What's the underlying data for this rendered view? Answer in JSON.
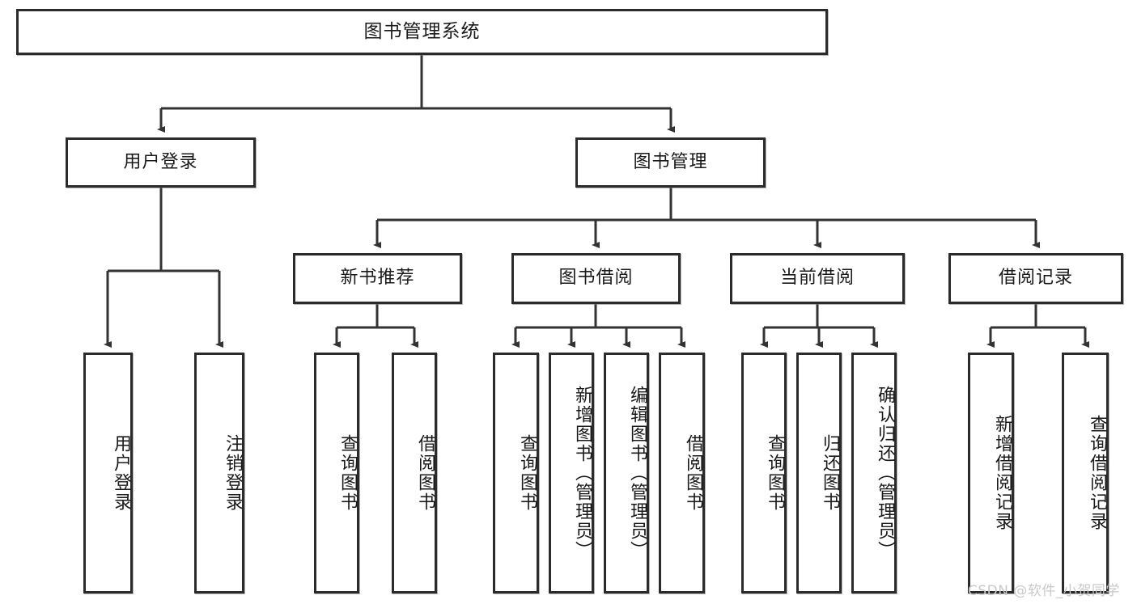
{
  "diagram": {
    "title": "图书管理系统",
    "watermark": "CSDN @软件_小贺同学",
    "colors": {
      "box_border": "#2b2b2b",
      "box_fill": "#ffffff",
      "link": "#333333",
      "text": "#1a1a1a",
      "watermark": "#c9c9c9"
    },
    "levels": {
      "root": "图书管理系统",
      "level2": [
        "用户登录",
        "图书管理"
      ],
      "level3": [
        "新书推荐",
        "图书借阅",
        "当前借阅",
        "借阅记录"
      ]
    },
    "nodes": {
      "root": {
        "label": "图书管理系统"
      },
      "user_login": {
        "label": "用户登录"
      },
      "book_manage": {
        "label": "图书管理"
      },
      "new_book_rec": {
        "label": "新书推荐"
      },
      "book_borrow": {
        "label": "图书借阅"
      },
      "current_borrow": {
        "label": "当前借阅"
      },
      "borrow_record": {
        "label": "借阅记录"
      },
      "leaf_user_login": {
        "label": "用户登录"
      },
      "leaf_logout": {
        "label": "注销登录"
      },
      "leaf_query_book_1": {
        "label": "查询图书"
      },
      "leaf_borrow_book_1": {
        "label": "借阅图书"
      },
      "leaf_query_book_2": {
        "label": "查询图书"
      },
      "leaf_add_book": {
        "label": "新增图书（管理员）"
      },
      "leaf_edit_book": {
        "label": "编辑图书（管理员）"
      },
      "leaf_borrow_book_2": {
        "label": "借阅图书"
      },
      "leaf_query_book_3": {
        "label": "查询图书"
      },
      "leaf_return_book": {
        "label": "归还图书"
      },
      "leaf_confirm_return": {
        "label": "确认归还（管理员）"
      },
      "leaf_add_record": {
        "label": "新增借阅记录"
      },
      "leaf_query_record": {
        "label": "查询借阅记录"
      }
    },
    "tree": {
      "图书管理系统": {
        "用户登录": [
          "用户登录",
          "注销登录"
        ],
        "图书管理": {
          "新书推荐": [
            "查询图书",
            "借阅图书"
          ],
          "图书借阅": [
            "查询图书",
            "新增图书（管理员）",
            "编辑图书（管理员）",
            "借阅图书"
          ],
          "当前借阅": [
            "查询图书",
            "归还图书",
            "确认归还（管理员）"
          ],
          "借阅记录": [
            "新增借阅记录",
            "查询借阅记录"
          ]
        }
      }
    }
  }
}
